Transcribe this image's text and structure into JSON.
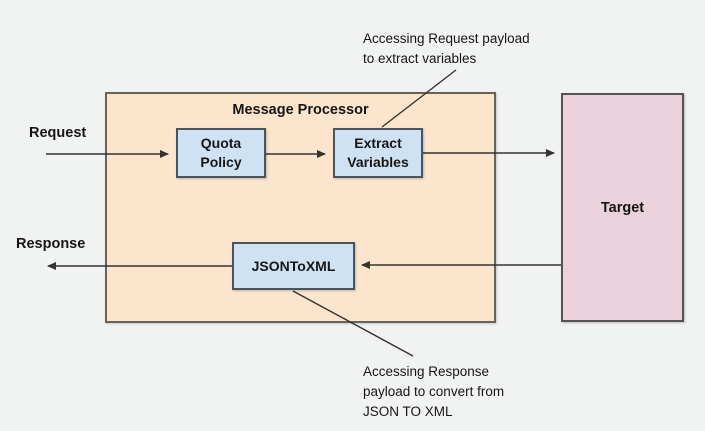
{
  "colors": {
    "canvas_bg": "#f1f2f2",
    "processor_fill": "#fce5cd",
    "processor_border": "#6b6257",
    "node_fill": "#cfe2f3",
    "node_border": "#4a545e",
    "target_fill": "#ead1dc",
    "target_border": "#545454",
    "line_color": "#333333",
    "text_color": "#161616"
  },
  "diagram": {
    "processor": {
      "title": "Message Processor"
    },
    "nodes": {
      "quota_policy": {
        "label": "Quota\nPolicy"
      },
      "extract_variables": {
        "label": "Extract\nVariables"
      },
      "json_to_xml": {
        "label": "JSONToXML"
      },
      "target": {
        "label": "Target"
      }
    },
    "flow_labels": {
      "request": "Request",
      "response": "Response"
    },
    "annotations": {
      "top": "Accessing Request payload\nto extract variables",
      "bottom": "Accessing Response\npayload to convert from\nJSON TO XML"
    }
  }
}
